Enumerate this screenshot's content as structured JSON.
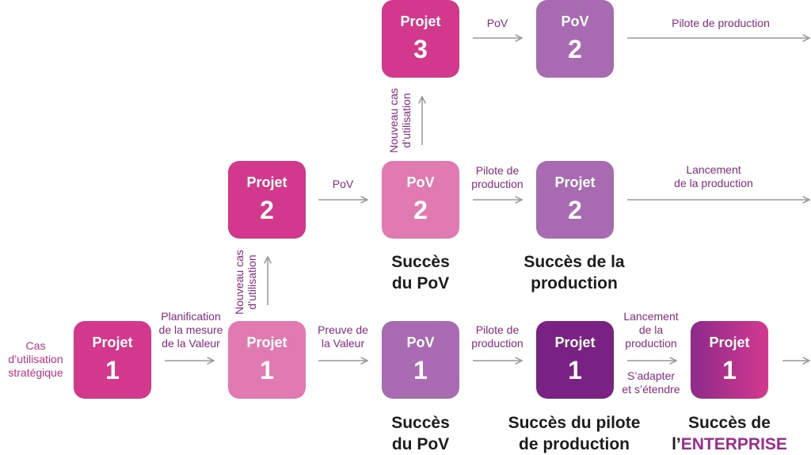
{
  "colors": {
    "hot_pink": "#d2398d",
    "light_pink": "#e07bb2",
    "lilac": "#a86ab1",
    "deep_purple": "#7a2283",
    "enterprise_start": "#8e2a8c",
    "enterprise_end": "#d3398d",
    "arrow": "#999999",
    "label_purple": "#8a2a86",
    "label_pink": "#c5318a"
  },
  "boxes": {
    "p1_start": {
      "title": "Projet",
      "num": "1"
    },
    "p1_plan": {
      "title": "Projet",
      "num": "1"
    },
    "pov1": {
      "title": "PoV",
      "num": "1"
    },
    "p1_pilot": {
      "title": "Projet",
      "num": "1"
    },
    "p1_enterprise": {
      "title": "Projet",
      "num": "1"
    },
    "p2": {
      "title": "Projet",
      "num": "2"
    },
    "pov2": {
      "title": "PoV",
      "num": "2"
    },
    "p2_prod": {
      "title": "Projet",
      "num": "2"
    },
    "p3": {
      "title": "Projet",
      "num": "3"
    },
    "pov2_top": {
      "title": "PoV",
      "num": "2"
    }
  },
  "labels": {
    "cas_strategique": [
      "Cas",
      "d’utilisation",
      "stratégique"
    ],
    "planification": [
      "Planification",
      "de la mesure",
      "de la Valeur"
    ],
    "preuve": [
      "Preuve de",
      "la Valeur"
    ],
    "pilote_row1": [
      "Pilote de",
      "production"
    ],
    "lancement_row1": [
      "Lancement",
      "de la",
      "production"
    ],
    "adapter": [
      "S’adapter",
      "et s’étendre"
    ],
    "nouveau_cas_1": [
      "Nouveau cas",
      "d’utilisation"
    ],
    "pov_row2": "PoV",
    "pilote_row2": [
      "Pilote de",
      "production"
    ],
    "lancement_row2": [
      "Lancement",
      "de la production"
    ],
    "nouveau_cas_2": [
      "Nouveau cas",
      "d’utilisation"
    ],
    "pov_row3": "PoV",
    "pilote_row3": "Pilote de production"
  },
  "successes": {
    "pov_row1": [
      "Succès",
      "du PoV"
    ],
    "pilot_row1": [
      "Succès du pilote",
      "de production"
    ],
    "enterprise_line1": "Succès de",
    "enterprise_prefix": "l’",
    "enterprise_word": "ENTERPRISE",
    "pov_row2": [
      "Succès",
      "du PoV"
    ],
    "prod_row2": [
      "Succès de la",
      "production"
    ]
  }
}
